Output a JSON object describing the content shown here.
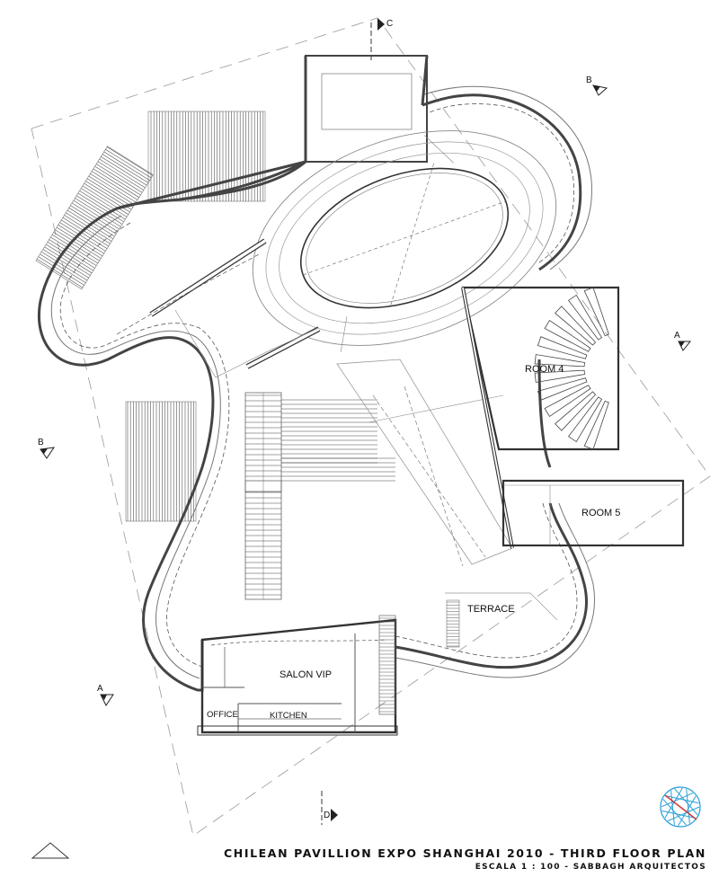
{
  "rooms": {
    "room4": "ROOM 4",
    "room5": "ROOM 5",
    "terrace": "TERRACE",
    "salon_vip": "SALON VIP",
    "office": "OFFICE",
    "kitchen": "KITCHEN"
  },
  "section_marks": {
    "c": "C",
    "b_top": "B",
    "b_left": "B",
    "a_right": "A",
    "a_left": "A",
    "d": "D"
  },
  "title_block": {
    "title": "CHILEAN PAVILLION EXPO SHANGHAI 2010 - THIRD FLOOR PLAN",
    "subtitle": "ESCALA 1 : 100 - SABBAGH ARQUITECTOS"
  },
  "colors": {
    "line": "#333333",
    "light_line": "#8a8a8a",
    "hatch": "#555555",
    "logo_blue": "#2a9fd6",
    "logo_red": "#d23a3a"
  }
}
